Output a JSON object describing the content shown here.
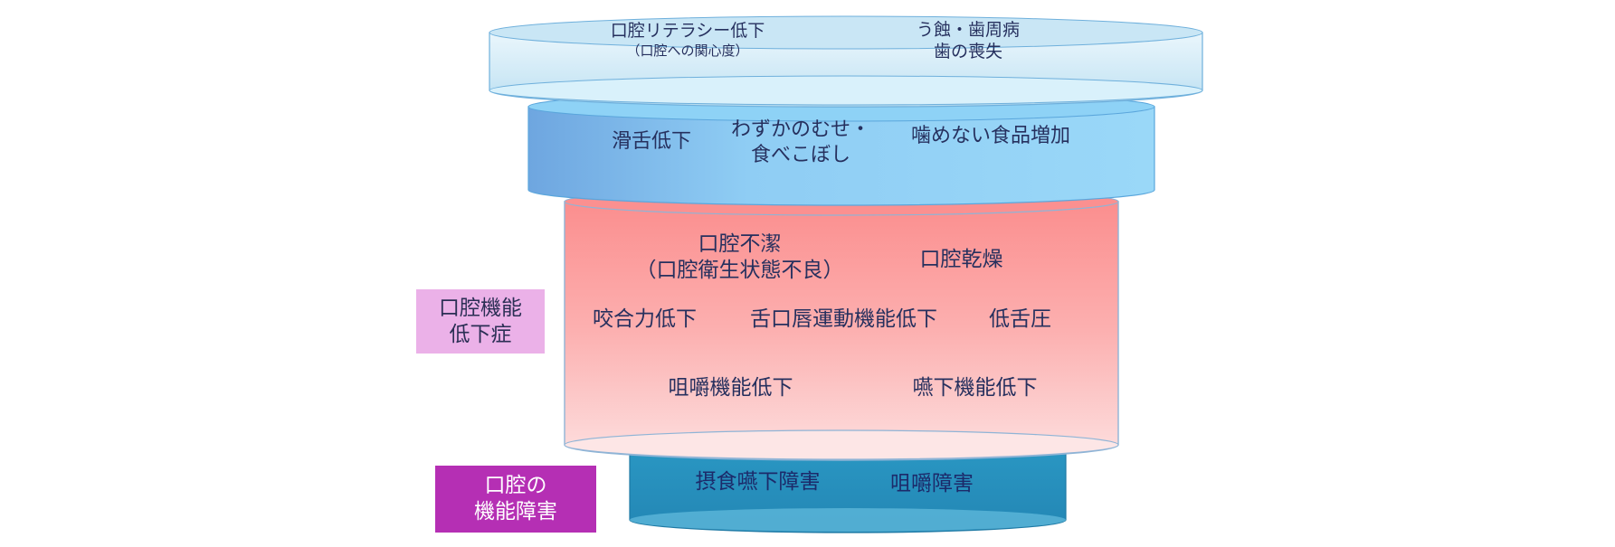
{
  "layers": [
    {
      "id": "literacy",
      "left": {
        "main": "口腔リテラシー低下",
        "sub": "（口腔への関心度）"
      },
      "right": [
        "う蝕・歯周病",
        "歯の喪失"
      ]
    },
    {
      "id": "slight-decline",
      "items": [
        "滑舌低下",
        "わずかのむせ・",
        "食べこぼし",
        "噛めない食品増加"
      ]
    },
    {
      "id": "hypofunction",
      "items": [
        "口腔不潔",
        "（口腔衛生状態不良）",
        "口腔乾燥",
        "咬合力低下",
        "舌口唇運動機能低下",
        "低舌圧",
        "咀嚼機能低下",
        "嚥下機能低下"
      ]
    },
    {
      "id": "dysfunction",
      "items": [
        "摂食嚥下障害",
        "咀嚼障害"
      ]
    }
  ],
  "side_labels": {
    "hypofunction": [
      "口腔機能",
      "低下症"
    ],
    "dysfunction": [
      "口腔の",
      "機能障害"
    ]
  },
  "colors": {
    "layer1": "#d6eef8",
    "layer2": "#8fd0f5",
    "layer3": "#fb9c9c",
    "layer4": "#2d9cc6",
    "side_pink": "#ebb1e8",
    "side_magenta": "#b52fb4"
  }
}
